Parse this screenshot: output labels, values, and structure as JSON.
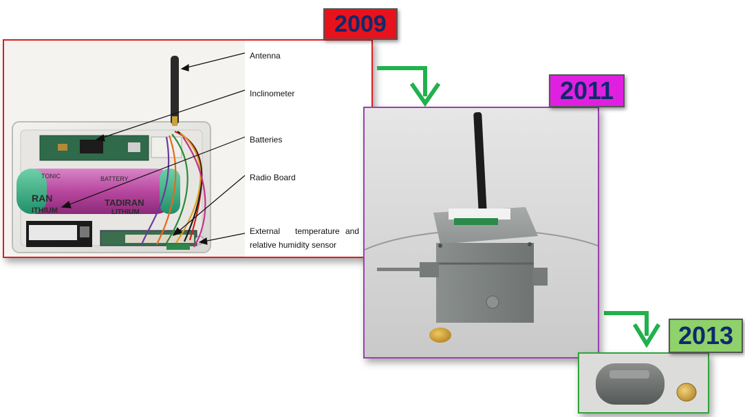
{
  "years": {
    "first": "2009",
    "second": "2011",
    "third": "2013"
  },
  "labels": {
    "antenna": "Antenna",
    "inclinometer": "Inclinometer",
    "batteries": "Batteries",
    "radio_board": "Radio Board",
    "external_line1_w1": "External",
    "external_line1_w2": "temperature",
    "external_line1_w3": "and",
    "external_line2": "relative humidity sensor"
  },
  "battery_print": {
    "brand_left": "RAN",
    "brand_right": "TADIRAN",
    "lithium_left": "ITHIUM",
    "lithium_right": "LITHIUM",
    "top_left": "TONIC",
    "top_right": "BATTERY"
  },
  "colors": {
    "year_first_bg": "#e8121c",
    "year_second_bg": "#e020e0",
    "year_third_bg": "#8fd16a",
    "year_text": "#0f2a6b",
    "frame_first": "#e01a22",
    "frame_second": "#9b3fb0",
    "frame_third": "#2ea43a",
    "flow_arrow": "#22b14c"
  }
}
